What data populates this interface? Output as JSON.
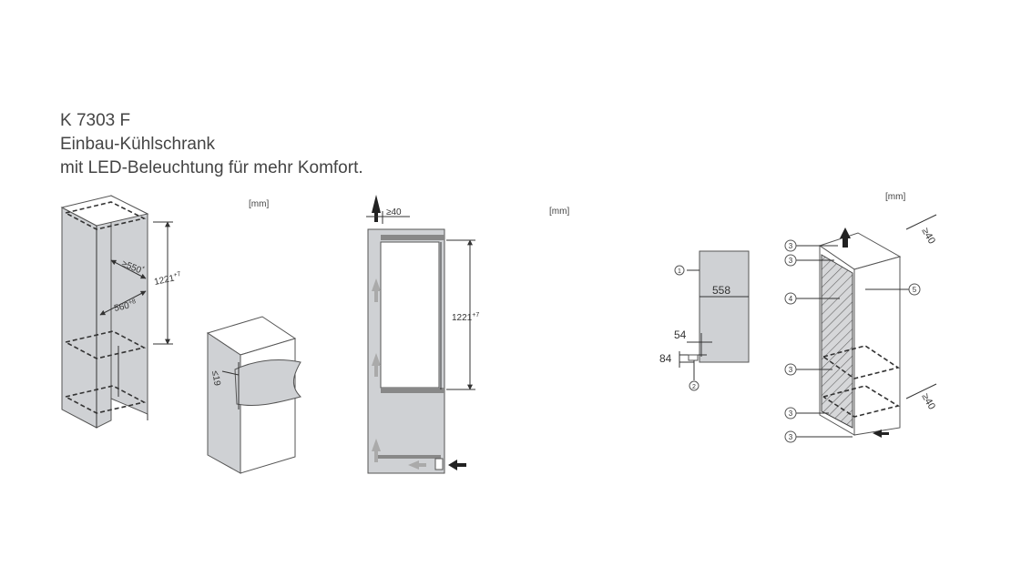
{
  "title": {
    "model": "K 7303 F",
    "line1": "Einbau-Kühlschrank",
    "line2": "mit LED-Beleuchtung für mehr Komfort."
  },
  "units": {
    "fig1": "[mm]",
    "fig2": "[mm]",
    "fig3": "[mm]"
  },
  "fig1": {
    "height": "1221",
    "height_tol": "+7",
    "depth": "≥550",
    "depth_tol": "*",
    "width": "560",
    "width_tol": "+8"
  },
  "fig1b": {
    "door_gap": "≤19"
  },
  "fig2": {
    "top_gap": "≥40",
    "height": "1221",
    "height_tol": "+7"
  },
  "fig3": {
    "callout1": "1",
    "callout2": "2",
    "width": "558",
    "offset_x": "54",
    "offset_y": "84"
  },
  "fig4": {
    "gap_top": "≥40",
    "gap_bottom": "≥40",
    "callouts": [
      "3",
      "3",
      "4",
      "5",
      "3",
      "3",
      "3"
    ]
  }
}
